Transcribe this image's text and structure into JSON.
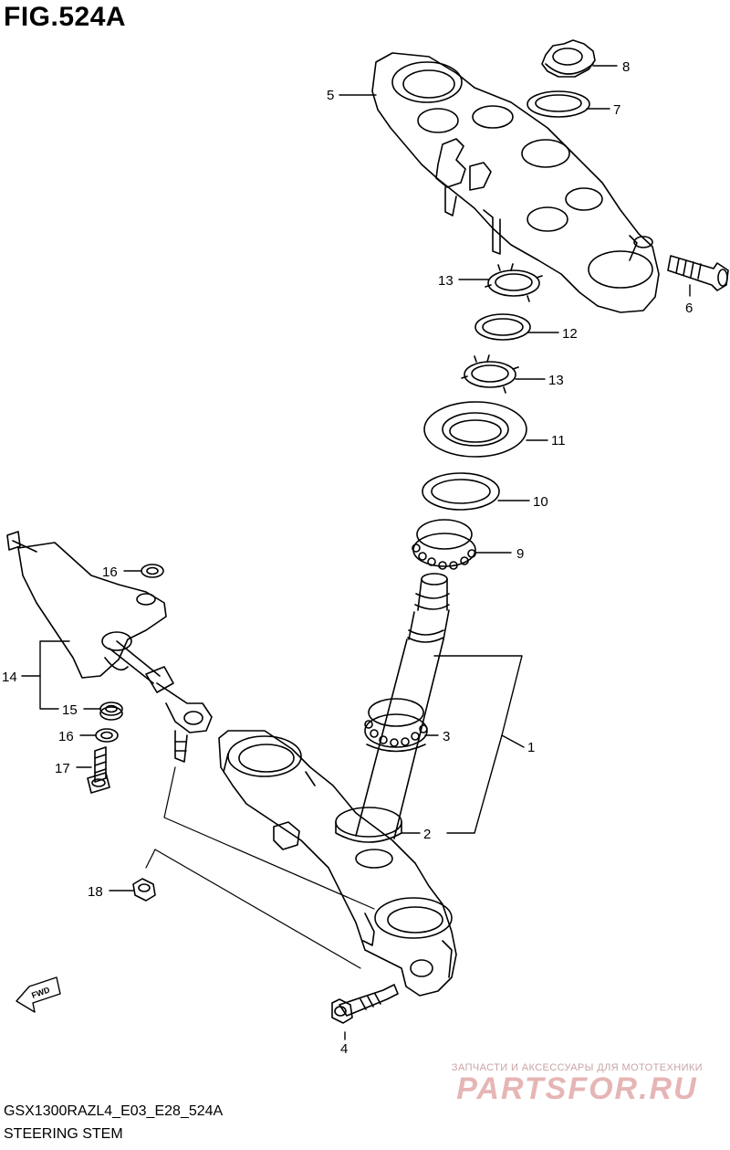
{
  "figure": {
    "title": "FIG.524A",
    "model_code": "GSX1300RAZL4_E03_E28_524A",
    "section_name": "STEERING STEM"
  },
  "callouts": [
    {
      "id": "1",
      "label": "1"
    },
    {
      "id": "2",
      "label": "2"
    },
    {
      "id": "3",
      "label": "3"
    },
    {
      "id": "4",
      "label": "4"
    },
    {
      "id": "5",
      "label": "5"
    },
    {
      "id": "6",
      "label": "6"
    },
    {
      "id": "7",
      "label": "7"
    },
    {
      "id": "8",
      "label": "8"
    },
    {
      "id": "9",
      "label": "9"
    },
    {
      "id": "10",
      "label": "10"
    },
    {
      "id": "11",
      "label": "11"
    },
    {
      "id": "12",
      "label": "12"
    },
    {
      "id": "13a",
      "label": "13"
    },
    {
      "id": "13b",
      "label": "13"
    },
    {
      "id": "14",
      "label": "14"
    },
    {
      "id": "15",
      "label": "15"
    },
    {
      "id": "16a",
      "label": "16"
    },
    {
      "id": "16b",
      "label": "16"
    },
    {
      "id": "17",
      "label": "17"
    },
    {
      "id": "18",
      "label": "18"
    }
  ],
  "direction_marker": {
    "text": "FWD",
    "icon": "fwd-arrow-icon"
  },
  "watermark": {
    "subtitle": "ЗАПЧАСТИ И АКСЕССУАРЫ ДЛЯ МОТОТЕХНИКИ",
    "brand": "PARTSFOR.RU"
  },
  "colors": {
    "line": "#000000",
    "background": "#ffffff",
    "watermark": "#e6b5b5"
  }
}
